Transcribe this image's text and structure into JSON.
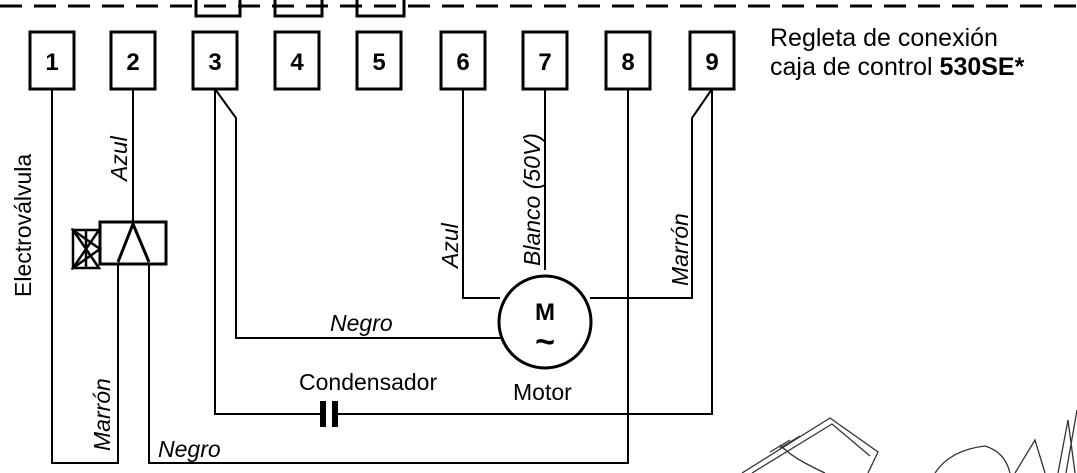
{
  "title_line1": "Regleta de conexión",
  "title_line2_prefix": "caja de control ",
  "title_line2_bold": "530SE*",
  "terminals": [
    "1",
    "2",
    "3",
    "4",
    "5",
    "6",
    "7",
    "8",
    "9"
  ],
  "labels": {
    "electrovalvula": "Electroválvula",
    "azul_valve": "Azul",
    "marron_valve": "Marrón",
    "negro_valve": "Negro",
    "azul_motor": "Azul",
    "blanco_motor": "Blanco (50V)",
    "marron_motor": "Marrón",
    "negro_motor": "Negro",
    "motor_symbol": "M",
    "motor_tilde": "~",
    "motor": "Motor",
    "condensador": "Condensador"
  }
}
